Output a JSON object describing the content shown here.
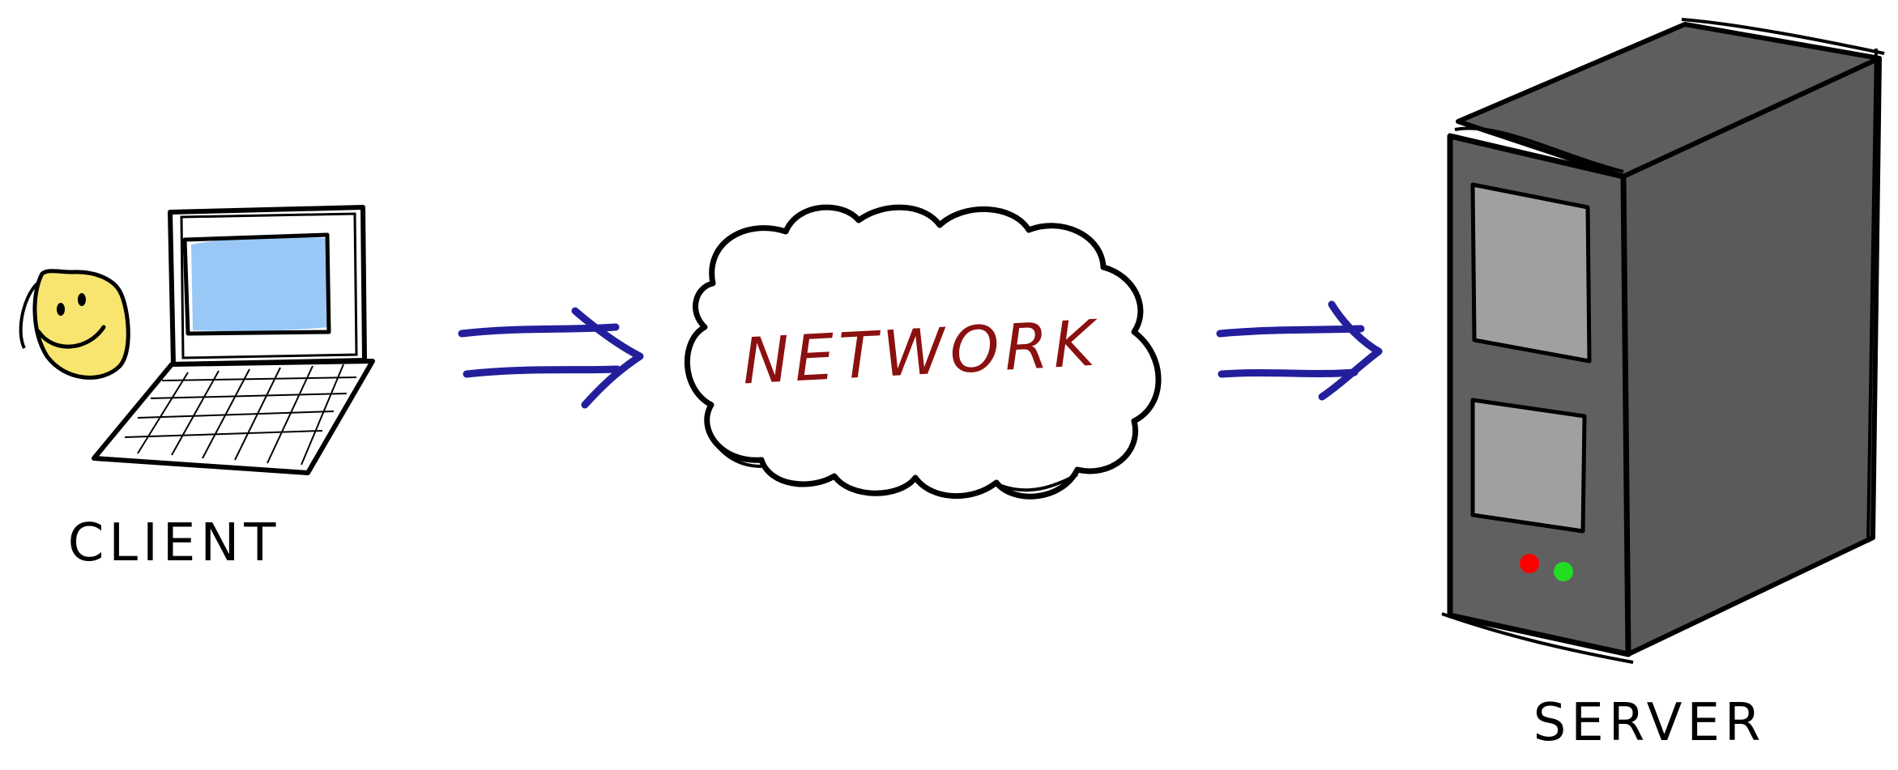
{
  "nodes": {
    "client": {
      "label": "CLIENT"
    },
    "network": {
      "label": "NETWORK"
    },
    "server": {
      "label": "SERVER"
    }
  },
  "colors": {
    "arrow": "#231f9c",
    "network_text": "#8b1010",
    "screen": "#9ac8f6",
    "face": "#f7e56f",
    "server_body": "#5e5e5e",
    "server_bay": "#a0a0a0",
    "led_red": "#ff0000",
    "led_green": "#22dd22",
    "outline": "#000000"
  },
  "icons": [
    "smiley-icon",
    "laptop-icon",
    "cloud-icon",
    "server-tower-icon"
  ]
}
